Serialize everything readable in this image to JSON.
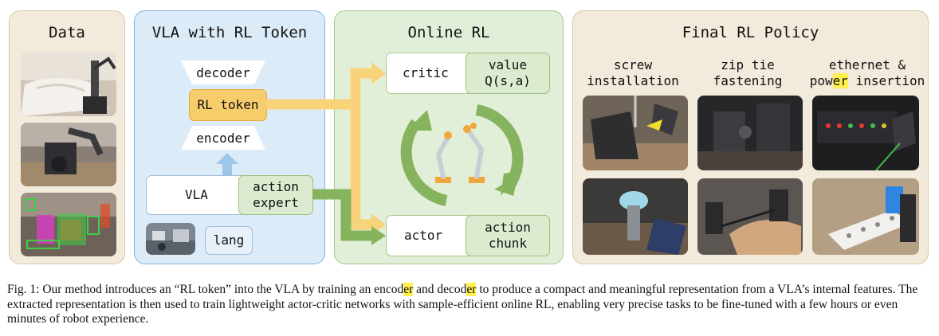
{
  "panels": {
    "data": {
      "title": "Data"
    },
    "vla": {
      "title": "VLA with RL Token",
      "decoder": "decoder",
      "rl_token": "RL token",
      "encoder": "encoder",
      "vla": "VLA",
      "action_expert": "action\nexpert",
      "lang": "lang"
    },
    "online_rl": {
      "title": "Online RL",
      "critic": "critic",
      "value": "value\nQ(s,a)",
      "actor": "actor",
      "action_chunk": "action\nchunk"
    },
    "final": {
      "title": "Final RL Policy",
      "tasks": [
        {
          "label_line1": "screw",
          "label_line2": "installation"
        },
        {
          "label_line1": "zip tie",
          "label_line2": "fastening"
        },
        {
          "label_line1": "ethernet &",
          "label_line2_pre": "pow",
          "label_line2_hl": "er",
          "label_line2_post": " insertion"
        }
      ]
    }
  },
  "colors": {
    "data_bg": "#f2eadb",
    "vla_bg": "#dcebf8",
    "rl_bg": "#e2efd8",
    "rl_token": "#f7cd6b",
    "yellow_arrow": "#f8d37a",
    "green_arrow": "#86b35e",
    "blue_arrow": "#9ec6e8",
    "highlight": "#fff04f"
  },
  "caption": {
    "p1": "Fig. 1: Our method introduces an “RL token” into the VLA by training an encod",
    "h1": "er",
    "p2": " and decod",
    "h2": "er",
    "p3": " to produce a compact and meaningful representation from a VLA’s internal features. The extracted representation is then used to train lightweight actor-critic networks with sample-efficient online RL, enabling very precise tasks to be fine-tuned with a few hours or even minutes of robot experience."
  }
}
